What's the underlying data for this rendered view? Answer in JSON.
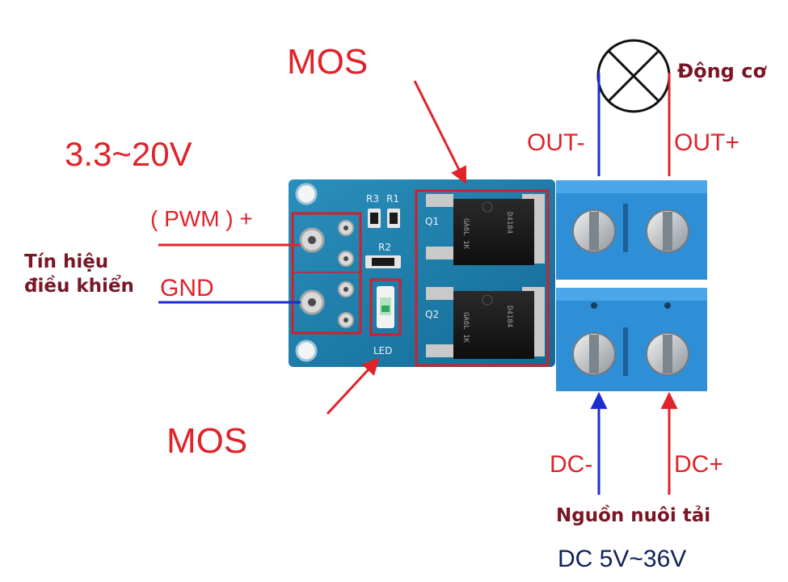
{
  "labels": {
    "mos_top": "MOS",
    "mos_bottom": "MOS",
    "voltage_range": "3.3~20V",
    "pwm": "( PWM ) +",
    "gnd": "GND",
    "control_signal_line1": "Tín hiệu",
    "control_signal_line2": "điều khiển",
    "motor": "Động cơ",
    "out_minus": "OUT-",
    "out_plus": "OUT+",
    "dc_minus": "DC-",
    "dc_plus": "DC+",
    "load_supply": "Nguồn nuôi tải",
    "dc_range": "DC 5V~36V"
  },
  "board": {
    "silk_r3": "R3",
    "silk_r1": "R1",
    "silk_r2": "R2",
    "silk_q1": "Q1",
    "silk_q2": "Q2",
    "silk_led": "LED",
    "chip_mark_1": "D4184",
    "chip_mark_2": "D4184",
    "chip_code_1": "GA6L 1K",
    "chip_code_2": "GA6L 1K"
  },
  "colors": {
    "pcb": "#1d7ca8",
    "terminal": "#2f8fd6",
    "highlight_box": "#d0202a",
    "arrow_red": "#e0232a",
    "wire_blue": "#1a2ed0"
  }
}
